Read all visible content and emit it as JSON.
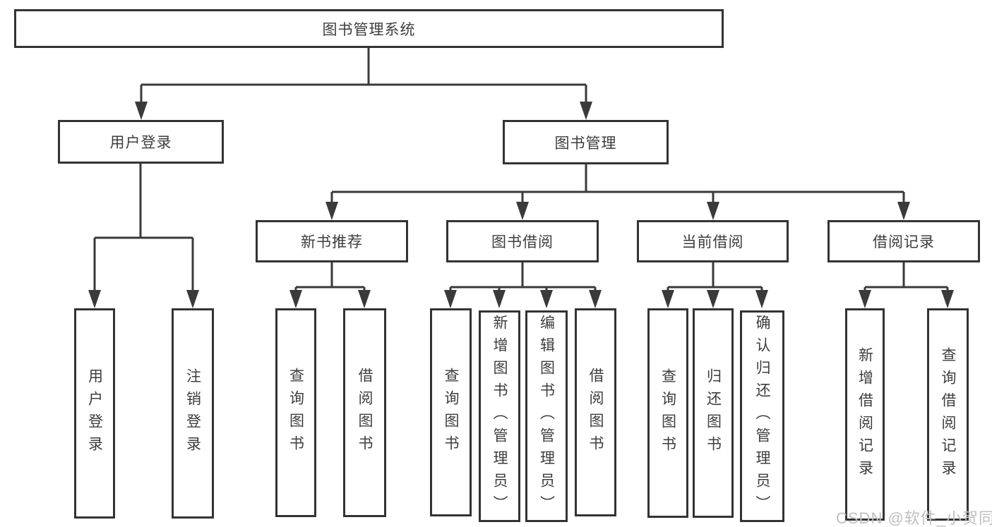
{
  "tree": {
    "root": "图书管理系统",
    "branches": [
      {
        "label": "用户登录",
        "leaves": [
          "用户登录",
          "注销登录"
        ]
      },
      {
        "label": "图书管理",
        "groups": [
          {
            "label": "新书推荐",
            "leaves": [
              "查询图书",
              "借阅图书"
            ]
          },
          {
            "label": "图书借阅",
            "leaves": [
              "查询图书",
              "新增图书（管理员）",
              "编辑图书（管理员）",
              "借阅图书"
            ]
          },
          {
            "label": "当前借阅",
            "leaves": [
              "查询图书",
              "归还图书",
              "确认归还（管理员）"
            ]
          },
          {
            "label": "借阅记录",
            "leaves": [
              "新增借阅记录",
              "查询借阅记录"
            ]
          }
        ]
      }
    ]
  },
  "watermark": "CSDN @软件_小贺同学",
  "colors": {
    "line": "#3a3a3a",
    "border": "#333333",
    "text": "#3d3d3d",
    "watermark": "#bfbfbf",
    "background": "#ffffff"
  }
}
